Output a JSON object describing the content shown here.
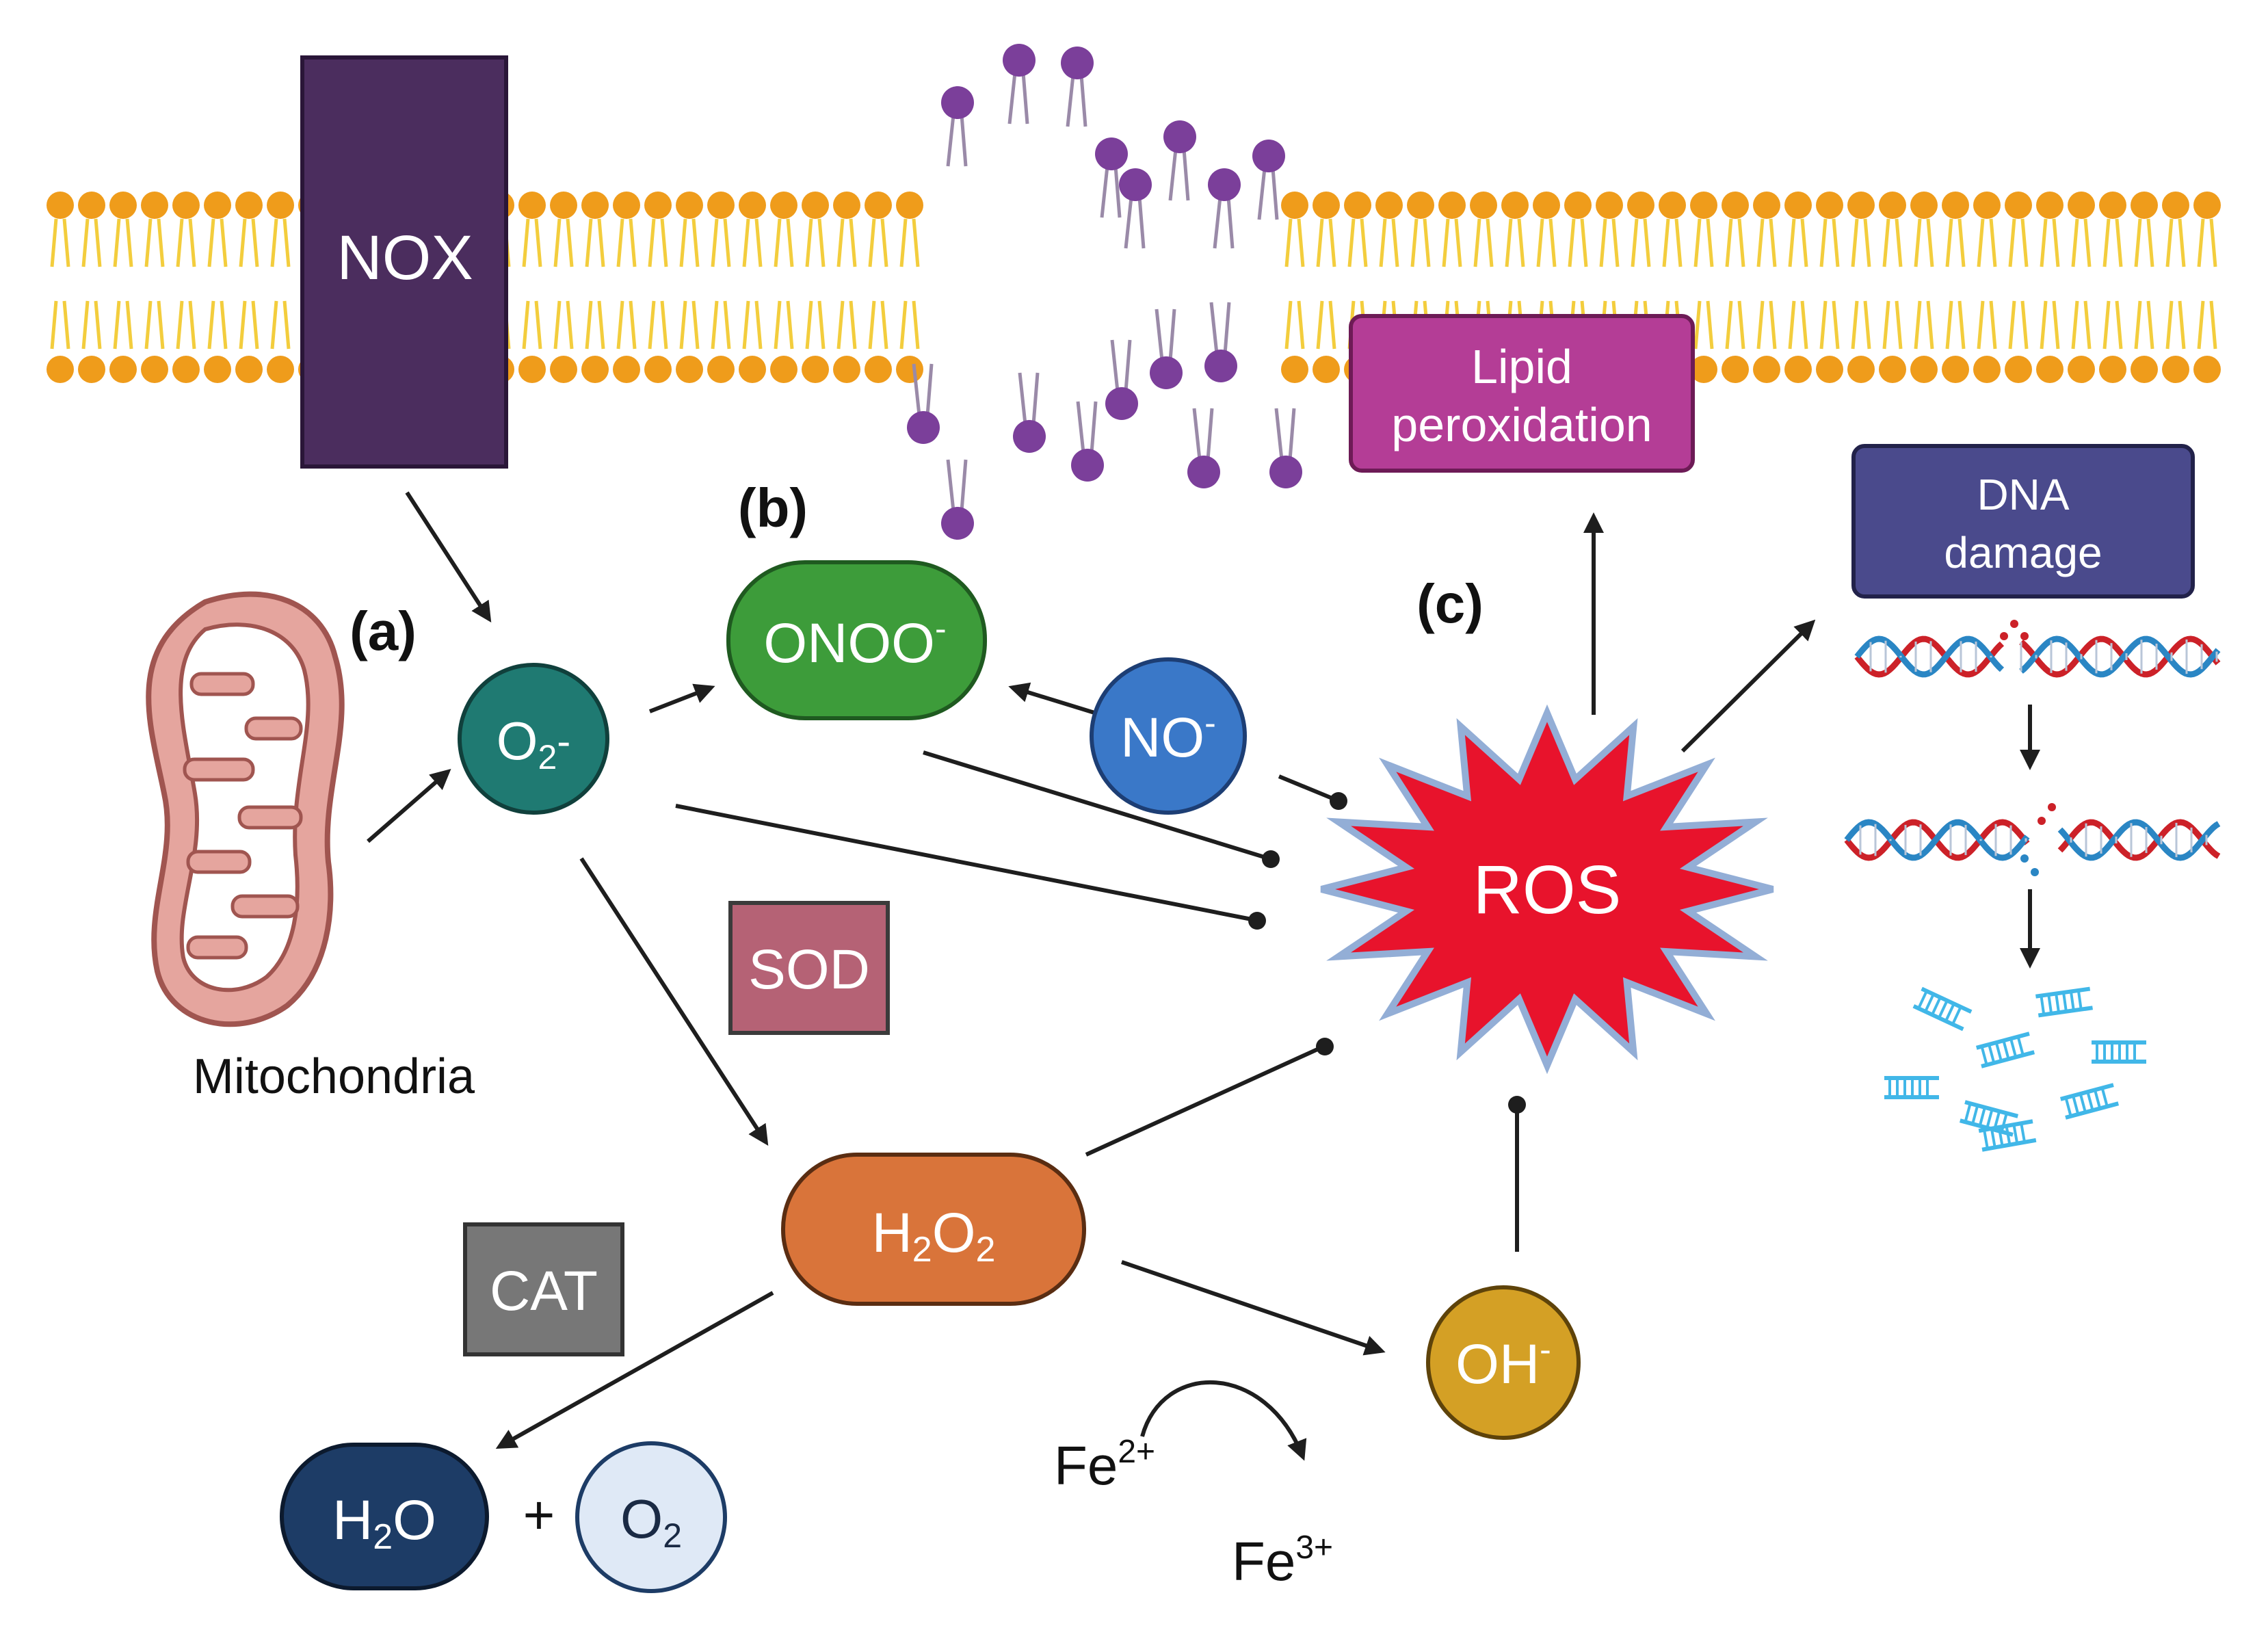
{
  "labels": {
    "nox": "NOX",
    "mitochondria": "Mitochondria",
    "label_a": "(a)",
    "label_b": "(b)",
    "label_c": "(c)",
    "superoxide": {
      "base": "O",
      "sub": "2",
      "sup": "-"
    },
    "peroxynitrite": {
      "base": "ONOO",
      "sup": "-"
    },
    "nitric_oxide": {
      "base": "NO",
      "sup": "-"
    },
    "sod": "SOD",
    "cat": "CAT",
    "hydrogen_peroxide": {
      "p1": "H",
      "s1": "2",
      "p2": "O",
      "s2": "2"
    },
    "hydroxyl": {
      "base": "OH",
      "sup": "-"
    },
    "ros": "ROS",
    "lipid_peroxidation": [
      "Lipid",
      "peroxidation"
    ],
    "dna_damage": [
      "DNA",
      "damage"
    ],
    "water": {
      "p1": "H",
      "s1": "2",
      "p2": "O"
    },
    "plus": "+",
    "oxygen": {
      "base": "O",
      "sub": "2"
    },
    "fe2": {
      "base": "Fe",
      "sup": "2+"
    },
    "fe3": {
      "base": "Fe",
      "sup": "3+"
    }
  },
  "colors": {
    "membrane_head": "#ef9c1b",
    "membrane_tail": "#f3cd3d",
    "nox": "#4b2d5e",
    "superoxide": "#1f7a72",
    "peroxynitrite": "#3d9c3a",
    "nitric_oxide": "#3a78c8",
    "sod": "#b56275",
    "cat": "#777777",
    "hydrogen_peroxide": "#d9743a",
    "hydroxyl": "#d4a025",
    "ros": "#e8132c",
    "ros_border": "#93aed6",
    "lipid_box": "#b43d96",
    "dna_box": "#4a4a8c",
    "water": "#1d3c66",
    "oxygen": "#dfe9f6",
    "dna_red": "#cc2128",
    "dna_blue": "#2a86c4",
    "fragment": "#41b7e8",
    "lipid_purple": "#7b3f9a",
    "mito_fill": "#e5a59e",
    "mito_stroke": "#a05550"
  }
}
